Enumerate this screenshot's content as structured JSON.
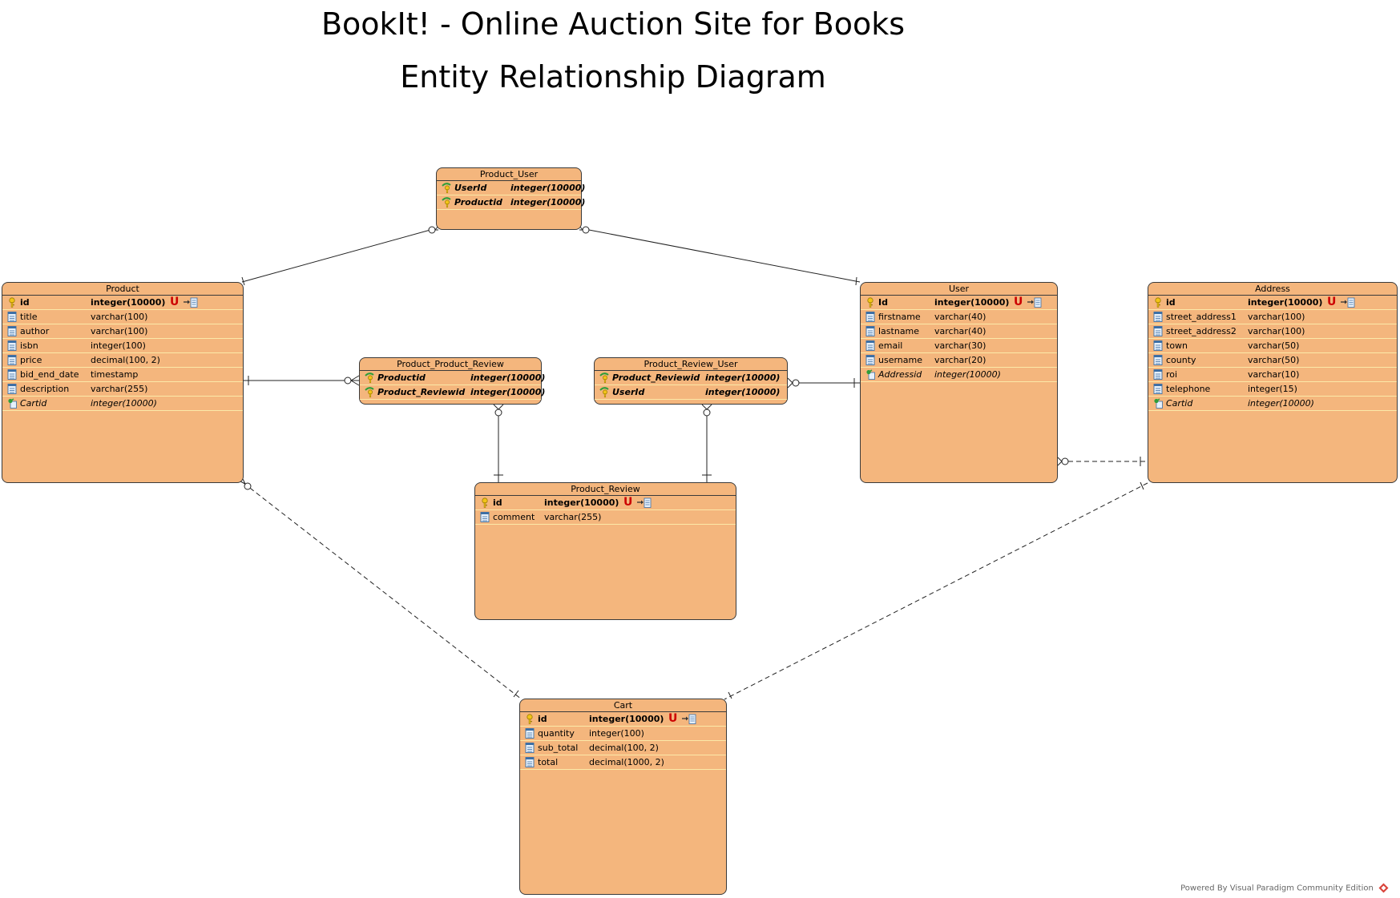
{
  "title": "BookIt! - Online Auction Site for Books",
  "subtitle": "Entity Relationship Diagram",
  "footer": "Powered By Visual Paradigm Community Edition",
  "colors": {
    "entity_fill": "#f4b67d",
    "entity_border": "#3a3a3a",
    "row_divider": "#fce9a8",
    "unique_marker": "#cc0000"
  },
  "entities": {
    "product_user": {
      "name": "Product_User",
      "columns": [
        {
          "name": "UserId",
          "type": "integer(10000)",
          "kind": "pfk"
        },
        {
          "name": "Productid",
          "type": "integer(10000)",
          "kind": "pfk"
        }
      ]
    },
    "product": {
      "name": "Product",
      "columns": [
        {
          "name": "id",
          "type": "integer(10000)",
          "kind": "pk",
          "unique": "U"
        },
        {
          "name": "title",
          "type": "varchar(100)",
          "kind": "col"
        },
        {
          "name": "author",
          "type": "varchar(100)",
          "kind": "col"
        },
        {
          "name": "isbn",
          "type": "integer(100)",
          "kind": "col"
        },
        {
          "name": "price",
          "type": "decimal(100, 2)",
          "kind": "col"
        },
        {
          "name": "bid_end_date",
          "type": "timestamp",
          "kind": "col"
        },
        {
          "name": "description",
          "type": "varchar(255)",
          "kind": "col"
        },
        {
          "name": "Cartid",
          "type": "integer(10000)",
          "kind": "fk"
        }
      ]
    },
    "user": {
      "name": "User",
      "columns": [
        {
          "name": "Id",
          "type": "integer(10000)",
          "kind": "pk",
          "unique": "U"
        },
        {
          "name": "firstname",
          "type": "varchar(40)",
          "kind": "col"
        },
        {
          "name": "lastname",
          "type": "varchar(40)",
          "kind": "col"
        },
        {
          "name": "email",
          "type": "varchar(30)",
          "kind": "col"
        },
        {
          "name": "username",
          "type": "varchar(20)",
          "kind": "col"
        },
        {
          "name": "Addressid",
          "type": "integer(10000)",
          "kind": "fk"
        }
      ]
    },
    "address": {
      "name": "Address",
      "columns": [
        {
          "name": "id",
          "type": "integer(10000)",
          "kind": "pk",
          "unique": "U"
        },
        {
          "name": "street_address1",
          "type": "varchar(100)",
          "kind": "col"
        },
        {
          "name": "street_address2",
          "type": "varchar(100)",
          "kind": "col"
        },
        {
          "name": "town",
          "type": "varchar(50)",
          "kind": "col"
        },
        {
          "name": "county",
          "type": "varchar(50)",
          "kind": "col"
        },
        {
          "name": "roi",
          "type": "varchar(10)",
          "kind": "col"
        },
        {
          "name": "telephone",
          "type": "integer(15)",
          "kind": "col"
        },
        {
          "name": "Cartid",
          "type": "integer(10000)",
          "kind": "fk"
        }
      ]
    },
    "product_product_review": {
      "name": "Product_Product_Review",
      "columns": [
        {
          "name": "Productid",
          "type": "integer(10000)",
          "kind": "pfk"
        },
        {
          "name": "Product_Reviewid",
          "type": "integer(10000)",
          "kind": "pfk"
        }
      ]
    },
    "product_review_user": {
      "name": "Product_Review_User",
      "columns": [
        {
          "name": "Product_Reviewid",
          "type": "integer(10000)",
          "kind": "pfk"
        },
        {
          "name": "UserId",
          "type": "integer(10000)",
          "kind": "pfk"
        }
      ]
    },
    "product_review": {
      "name": "Product_Review",
      "columns": [
        {
          "name": "id",
          "type": "integer(10000)",
          "kind": "pk",
          "unique": "U"
        },
        {
          "name": "comment",
          "type": "varchar(255)",
          "kind": "col"
        }
      ]
    },
    "cart": {
      "name": "Cart",
      "columns": [
        {
          "name": "id",
          "type": "integer(10000)",
          "kind": "pk",
          "unique": "U"
        },
        {
          "name": "quantity",
          "type": "integer(100)",
          "kind": "col"
        },
        {
          "name": "sub_total",
          "type": "decimal(100, 2)",
          "kind": "col"
        },
        {
          "name": "total",
          "type": "decimal(1000, 2)",
          "kind": "col"
        }
      ]
    }
  }
}
